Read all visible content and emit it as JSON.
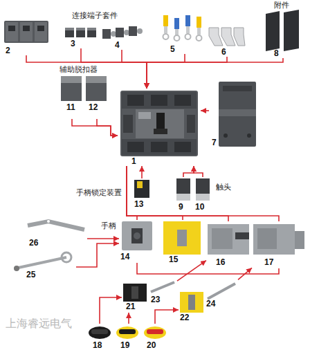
{
  "diagram": {
    "nodes": [
      {
        "text": [
          "1"
        ]
      },
      {
        "text": [
          "2"
        ]
      },
      {
        "text": [
          "3"
        ]
      },
      {
        "text": [
          "4"
        ]
      },
      {
        "text": [
          "5"
        ]
      },
      {
        "text": [
          "6"
        ]
      },
      {
        "text": [
          "7"
        ]
      },
      {
        "text": [
          "8"
        ]
      },
      {
        "text": [
          "9"
        ]
      },
      {
        "text": [
          "10"
        ]
      },
      {
        "text": [
          "11"
        ]
      },
      {
        "text": [
          "12"
        ]
      },
      {
        "text": [
          "13"
        ]
      },
      {
        "text": [
          "14"
        ]
      },
      {
        "text": [
          "15"
        ]
      },
      {
        "text": [
          "16"
        ]
      },
      {
        "text": [
          "17"
        ]
      },
      {
        "text": [
          "18"
        ]
      },
      {
        "text": [
          "19"
        ]
      },
      {
        "text": [
          "20"
        ]
      },
      {
        "text": [
          "21"
        ]
      },
      {
        "text": [
          "22"
        ]
      },
      {
        "text": [
          "23"
        ]
      },
      {
        "text": [
          "24"
        ]
      },
      {
        "text": [
          "25"
        ]
      },
      {
        "text": [
          "26"
        ]
      }
    ],
    "edges": [
      {
        "from": 1,
        "to": 0,
        "arrow": "to"
      },
      {
        "from": 2,
        "to": 0,
        "arrow": "to"
      },
      {
        "from": 3,
        "to": 0,
        "arrow": "to"
      },
      {
        "from": 4,
        "to": 0,
        "arrow": "to"
      },
      {
        "from": 5,
        "to": 0,
        "arrow": "to"
      },
      {
        "from": 7,
        "to": 0,
        "arrow": "to"
      },
      {
        "from": 6,
        "to": 0,
        "arrow": "to"
      },
      {
        "from": 10,
        "to": 0,
        "arrow": "to"
      },
      {
        "from": 11,
        "to": 0,
        "arrow": "to"
      },
      {
        "from": 8,
        "to": 0,
        "arrow": "to"
      },
      {
        "from": 9,
        "to": 0,
        "arrow": "to"
      },
      {
        "from": 12,
        "to": 0,
        "arrow": "to"
      },
      {
        "from": 13,
        "to": 0,
        "arrow": "none"
      },
      {
        "from": 14,
        "to": 0,
        "arrow": "none"
      },
      {
        "from": 15,
        "to": 0,
        "arrow": "none"
      },
      {
        "from": 16,
        "to": 0,
        "arrow": "none"
      },
      {
        "from": 25,
        "to": 13,
        "arrow": "to"
      },
      {
        "from": 24,
        "to": 13,
        "arrow": "to"
      },
      {
        "from": 13,
        "to": 16,
        "arrow": "none"
      },
      {
        "from": 22,
        "to": 15,
        "arrow": "to"
      },
      {
        "from": 23,
        "to": 16,
        "arrow": "to"
      },
      {
        "from": 17,
        "to": 20,
        "arrow": "to"
      },
      {
        "from": 18,
        "to": 20,
        "arrow": "to"
      },
      {
        "from": 19,
        "to": 21,
        "arrow": "to"
      }
    ],
    "labels": [
      "连接端子套件",
      "附件",
      "辅助脱扣器",
      "触头",
      "手柄锁定装置",
      "手柄",
      "上海睿远电气"
    ]
  }
}
